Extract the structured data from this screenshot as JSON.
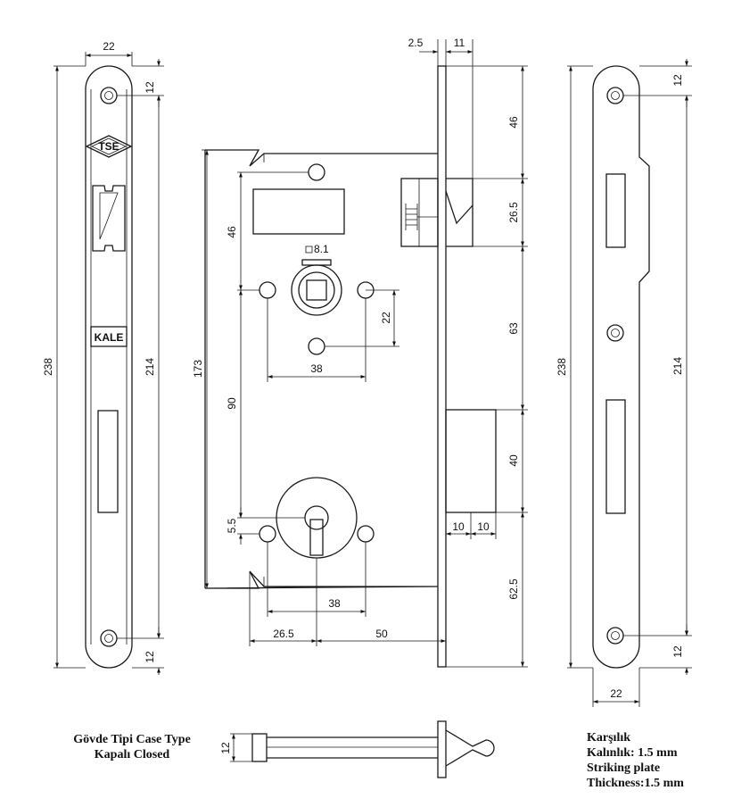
{
  "dimensions": {
    "faceplate_width": "22",
    "faceplate_length": "238",
    "hole_spacing": "214",
    "hole_edge_offset_top": "12",
    "hole_edge_offset_bottom": "12",
    "faceplate_thickness": "2.5",
    "latch_projection": "11",
    "top_to_latch": "46",
    "latch_height": "26.5",
    "latch_to_bolt": "63",
    "bolt_height": "40",
    "bolt_to_bottom": "62.5",
    "bolt_width_a": "10",
    "bolt_width_b": "10",
    "case_height": "173",
    "case_top_to_follower": "46",
    "follower_to_keyhole": "90",
    "keyhole_offset": "5.5",
    "follower_square": "8.1",
    "follower_hole_offset": "22",
    "follower_hole_spacing": "38",
    "keyhole_hole_spacing": "38",
    "backset_small": "26.5",
    "backset": "50",
    "side_height": "12"
  },
  "labels": {
    "logo_tse": "TSE",
    "logo_kale": "KALE"
  },
  "captions": {
    "case_line1": "Gövde Tipi Case Type",
    "case_line2": "Kapalı Closed",
    "plate_line1": "Karşılık",
    "plate_line2": "Kalınlık: 1.5 mm",
    "plate_line3": "Striking plate",
    "plate_line4": "Thickness:1.5 mm"
  }
}
